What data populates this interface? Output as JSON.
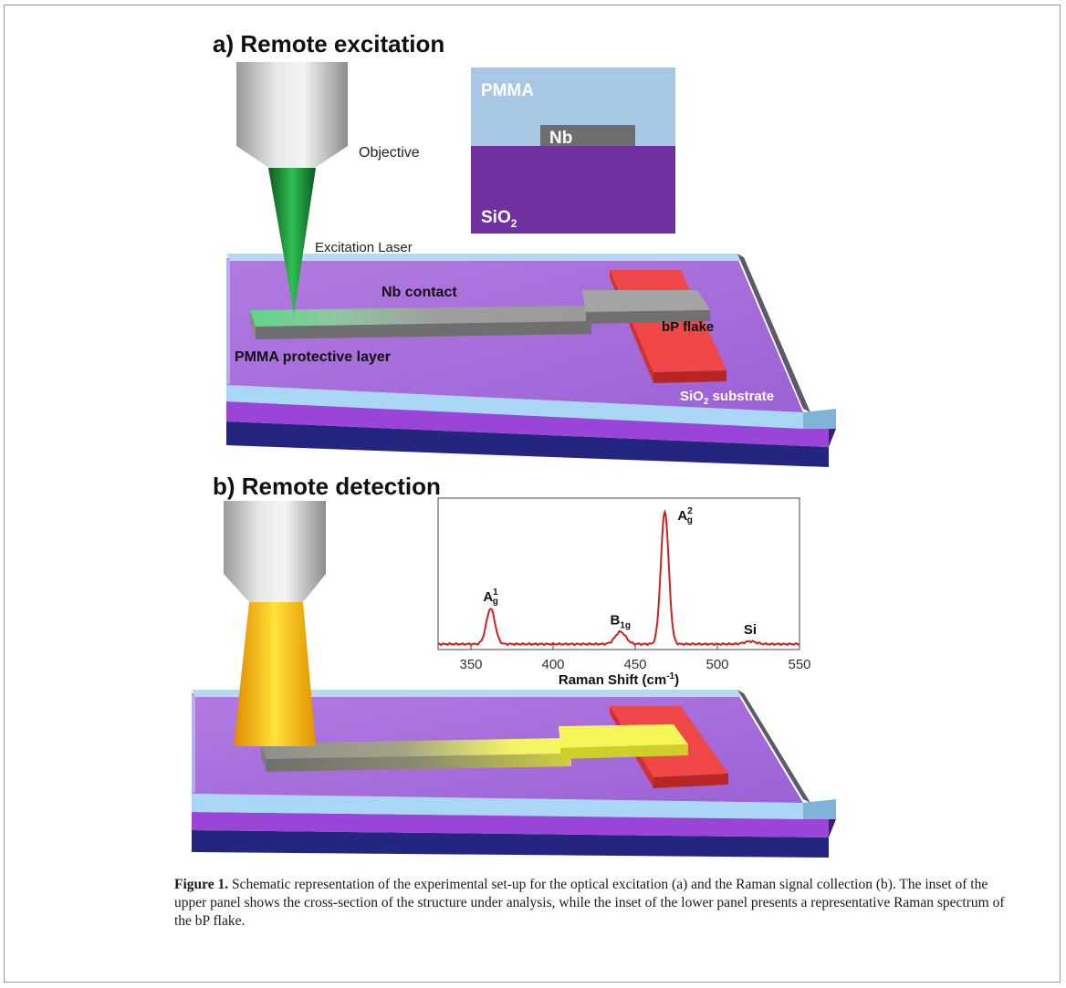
{
  "panel_a": {
    "title": "a) Remote excitation",
    "objective_label": "Objective",
    "laser_label": "Excitation Laser",
    "contact_label": "Nb contact",
    "pmma_label": "PMMA protective layer",
    "flake_label": "bP flake",
    "substrate_label": "SiO",
    "substrate_sub": "2",
    "substrate_suffix": " substrate",
    "inset": {
      "pmma": "PMMA",
      "nb": "Nb",
      "sio2": "SiO",
      "sio2_sub": "2"
    }
  },
  "panel_b": {
    "title": "b) Remote detection"
  },
  "chart_data": {
    "type": "line",
    "title": "",
    "xlabel": "Raman Shift (cm",
    "xlabel_sup": "-1",
    "xlabel_close": ")",
    "ylabel": "",
    "xlim": [
      330,
      550
    ],
    "xticks": [
      "350",
      "400",
      "450",
      "500",
      "550"
    ],
    "peaks": [
      {
        "label": "A",
        "sup": "1",
        "sub": "g",
        "x": 362,
        "height": 0.26,
        "width": 2.6
      },
      {
        "label": "B",
        "sup": "",
        "sub": "1g",
        "x": 441,
        "height": 0.09,
        "width": 3.2
      },
      {
        "label": "A",
        "sup": "2",
        "sub": "g",
        "x": 468,
        "height": 0.97,
        "width": 2.4
      },
      {
        "label": "Si",
        "sup": "",
        "sub": "",
        "x": 520,
        "height": 0.02,
        "width": 3.5
      }
    ],
    "series": [
      {
        "color": "#d11f1f"
      }
    ]
  },
  "caption": {
    "label": "Figure 1.",
    "text": " Schematic representation of the experimental set-up for the optical excitation (a) and the Raman signal collection (b). The inset of the upper panel shows the cross-section of the structure under analysis, while the inset of the lower panel presents a representative Raman spectrum of the bP flake."
  },
  "colors": {
    "pmma": "#a9d1f0",
    "sio2": "#9b4fd6",
    "substrate_dark": "#1d1f7a",
    "nb": "#8c8c8c",
    "flake": "#e34141",
    "laser_green": "#1f9a3a",
    "laser_yellow": "#f7c61a"
  }
}
